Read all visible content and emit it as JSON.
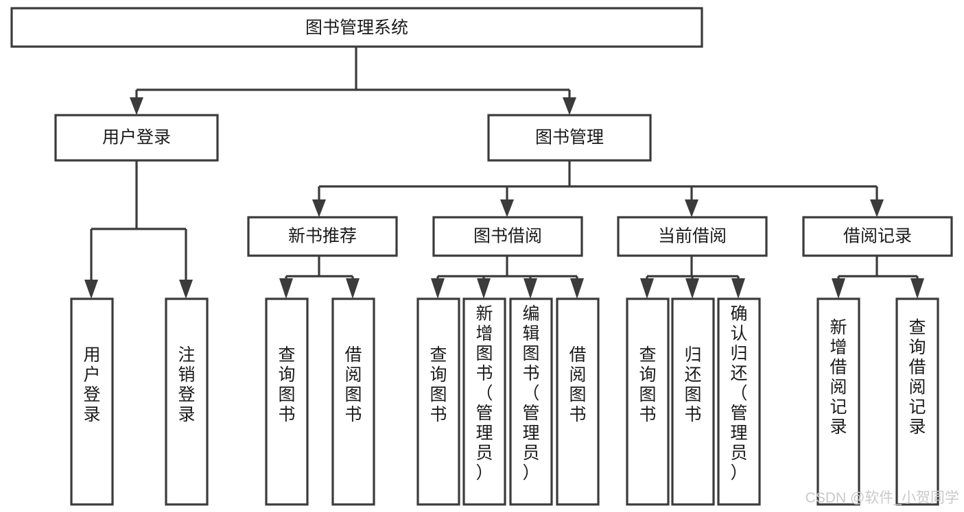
{
  "diagram": {
    "type": "tree",
    "title": "图书管理系统",
    "root": {
      "id": "root",
      "label": "图书管理系统",
      "orientation": "horizontal"
    },
    "level2": [
      {
        "id": "user-login",
        "label": "用户登录",
        "orientation": "horizontal"
      },
      {
        "id": "book-manage",
        "label": "图书管理",
        "orientation": "horizontal"
      }
    ],
    "level3": [
      {
        "id": "new-book-recommend",
        "label": "新书推荐",
        "orientation": "horizontal",
        "parent": "book-manage"
      },
      {
        "id": "book-borrow",
        "label": "图书借阅",
        "orientation": "horizontal",
        "parent": "book-manage"
      },
      {
        "id": "current-borrow",
        "label": "当前借阅",
        "orientation": "horizontal",
        "parent": "book-manage"
      },
      {
        "id": "borrow-record",
        "label": "借阅记录",
        "orientation": "horizontal",
        "parent": "book-manage"
      }
    ],
    "leaves": [
      {
        "id": "leaf-user-login",
        "label": "用户登录",
        "orientation": "vertical",
        "parent": "user-login"
      },
      {
        "id": "leaf-logout-login",
        "label": "注销登录",
        "orientation": "vertical",
        "parent": "user-login"
      },
      {
        "id": "leaf-query-book-1",
        "label": "查询图书",
        "orientation": "vertical",
        "parent": "new-book-recommend"
      },
      {
        "id": "leaf-borrow-book-1",
        "label": "借阅图书",
        "orientation": "vertical",
        "parent": "new-book-recommend"
      },
      {
        "id": "leaf-query-book-2",
        "label": "查询图书",
        "orientation": "vertical",
        "parent": "book-borrow"
      },
      {
        "id": "leaf-add-book-admin",
        "label": "新增图书（管理员）",
        "orientation": "vertical",
        "parent": "book-borrow"
      },
      {
        "id": "leaf-edit-book-admin",
        "label": "编辑图书（管理员）",
        "orientation": "vertical",
        "parent": "book-borrow"
      },
      {
        "id": "leaf-borrow-book-2",
        "label": "借阅图书",
        "orientation": "vertical",
        "parent": "book-borrow"
      },
      {
        "id": "leaf-query-book-3",
        "label": "查询图书",
        "orientation": "vertical",
        "parent": "current-borrow"
      },
      {
        "id": "leaf-return-book",
        "label": "归还图书",
        "orientation": "vertical",
        "parent": "current-borrow"
      },
      {
        "id": "leaf-confirm-return-admin",
        "label": "确认归还（管理员）",
        "orientation": "vertical",
        "parent": "current-borrow"
      },
      {
        "id": "leaf-add-borrow-record",
        "label": "新增借阅记录",
        "orientation": "vertical",
        "parent": "borrow-record"
      },
      {
        "id": "leaf-query-borrow-record",
        "label": "查询借阅记录",
        "orientation": "vertical",
        "parent": "borrow-record"
      }
    ]
  },
  "watermark": {
    "text": "CSDN @软件_小贺同学"
  },
  "colors": {
    "stroke": "#3b3b3b",
    "box_fill": "#ffffff",
    "text": "#1a1a1a",
    "watermark": "#c9c9c9",
    "background": "#ffffff"
  }
}
